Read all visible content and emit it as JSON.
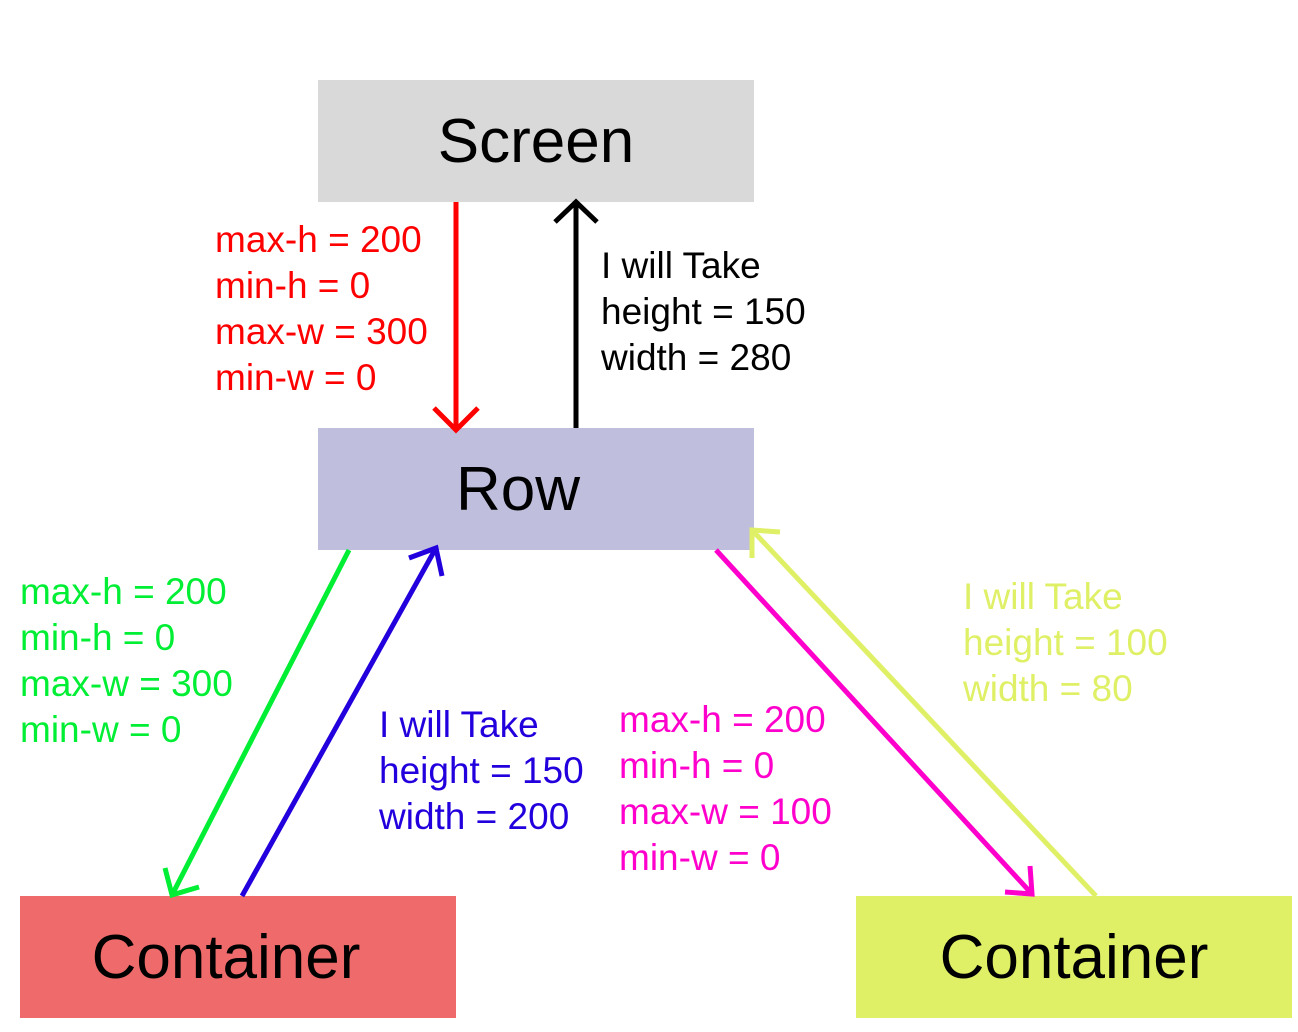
{
  "nodes": {
    "screen": {
      "label": "Screen",
      "color": "#d9d9d9"
    },
    "row": {
      "label": "Row",
      "color": "#bfbfdd"
    },
    "container_left": {
      "label": "Container",
      "color": "#ef6a6a"
    },
    "container_right": {
      "label": "Container",
      "color": "#dff066"
    }
  },
  "edges": {
    "screen_to_row": {
      "color": "#ff0000",
      "lines": [
        "max-h = 200",
        "min-h = 0",
        "max-w = 300",
        "min-w = 0"
      ]
    },
    "row_to_screen": {
      "color": "#000000",
      "lines": [
        "I will Take",
        "height = 150",
        "width = 280"
      ]
    },
    "row_to_container_left": {
      "color": "#00ee33",
      "lines": [
        "max-h = 200",
        "min-h = 0",
        "max-w = 300",
        "min-w = 0"
      ]
    },
    "container_left_to_row": {
      "color": "#2200dd",
      "lines": [
        "I will Take",
        "height = 150",
        "width = 200"
      ]
    },
    "row_to_container_right": {
      "color": "#ff00cc",
      "lines": [
        "max-h = 200",
        "min-h = 0",
        "max-w = 100",
        "min-w = 0"
      ]
    },
    "container_right_to_row": {
      "color": "#dff066",
      "lines": [
        "I will Take",
        "height = 100",
        "width = 80"
      ]
    }
  }
}
